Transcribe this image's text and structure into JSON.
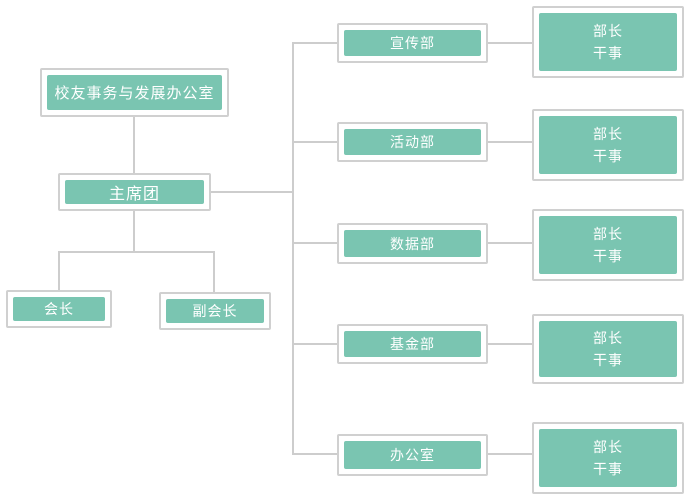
{
  "colors": {
    "node_fill": "#7ac5b1",
    "node_border": "#d0d0d0",
    "node_text": "#ffffff",
    "connector_line": "#cdcdcd",
    "background": "#ffffff"
  },
  "org_chart": {
    "root": {
      "label": "校友事务与发展办公室"
    },
    "presidium": {
      "label": "主席团"
    },
    "leaders": [
      {
        "label": "会长"
      },
      {
        "label": "副会长"
      }
    ],
    "departments": [
      {
        "label": "宣传部",
        "staff": [
          "部长",
          "干事"
        ]
      },
      {
        "label": "活动部",
        "staff": [
          "部长",
          "干事"
        ]
      },
      {
        "label": "数据部",
        "staff": [
          "部长",
          "干事"
        ]
      },
      {
        "label": "基金部",
        "staff": [
          "部长",
          "干事"
        ]
      },
      {
        "label": "办公室",
        "staff": [
          "部长",
          "干事"
        ]
      }
    ]
  }
}
